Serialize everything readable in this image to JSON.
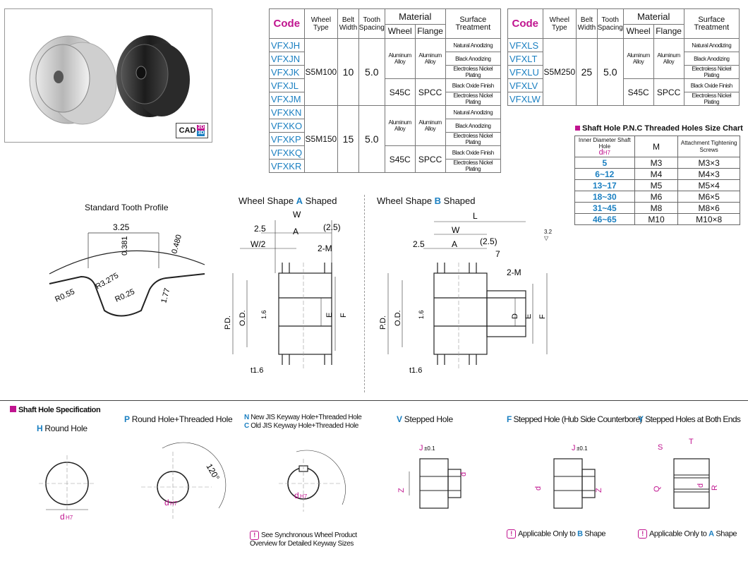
{
  "cad_badge": {
    "label": "CAD",
    "s2d": "2D",
    "s3d": "3D"
  },
  "table1": {
    "headers": {
      "code": "Code",
      "wheel_type": "Wheel Type",
      "belt_width": "Belt Width",
      "tooth_spacing": "Tooth Spacing",
      "material": "Material",
      "wheel": "Wheel",
      "flange": "Flange",
      "surface": "Surface Treatment"
    },
    "codes": [
      "VFXJH",
      "VFXJN",
      "VFXJK",
      "VFXJL",
      "VFXJM",
      "VFXKN",
      "VFXKO",
      "VFXKP",
      "VFXKQ",
      "VFXKR"
    ],
    "groups": [
      {
        "wheel_type": "S5M100",
        "belt_width": "10",
        "tooth_spacing": "5.0"
      },
      {
        "wheel_type": "S5M150",
        "belt_width": "15",
        "tooth_spacing": "5.0"
      }
    ],
    "alu": {
      "wheel": "Aluminum Alloy",
      "flange": "Aluminum Alloy"
    },
    "steel": {
      "wheel": "S45C",
      "flange": "SPCC"
    },
    "treatments": [
      "Natural Anodizing",
      "Black Anodizing",
      "Electroless Nickel Plating",
      "Black Oxide Finish",
      "Electroless Nickel Plating"
    ]
  },
  "table2": {
    "codes": [
      "VFXLS",
      "VFXLT",
      "VFXLU",
      "VFXLV",
      "VFXLW"
    ],
    "wheel_type": "S5M250",
    "belt_width": "25",
    "tooth_spacing": "5.0"
  },
  "shaft_chart": {
    "title": "Shaft Hole P.N.C Threaded Holes Size Chart",
    "h1": "Inner Diameter Shaft Hole",
    "h1b": "d",
    "h1c": "H7",
    "h2": "M",
    "h3": "Attachment Tightening Screws",
    "rows": [
      [
        "5",
        "M3",
        "M3×3"
      ],
      [
        "6~12",
        "M4",
        "M4×3"
      ],
      [
        "13~17",
        "M5",
        "M5×4"
      ],
      [
        "18~30",
        "M6",
        "M6×5"
      ],
      [
        "31~45",
        "M8",
        "M8×6"
      ],
      [
        "46~65",
        "M10",
        "M10×8"
      ]
    ]
  },
  "tooth_profile": {
    "title": "Standard Tooth Profile",
    "d1": "3.25",
    "d2": "0.381",
    "d3": "0.480",
    "r1": "R0.55",
    "r2": "R3.275",
    "r3": "R0.25",
    "d4": "1.77"
  },
  "shape_a": {
    "title_pre": "Wheel Shape ",
    "letter": "A",
    "title_post": " Shaped",
    "w": "W",
    "d25": "2.5",
    "a": "A",
    "p25": "(2.5)",
    "w2": "W/2",
    "m": "2-M",
    "pd": "P.D.",
    "od": "O.D.",
    "e": "E",
    "f": "F",
    "t": "t1.6",
    "ang": "1.6"
  },
  "shape_b": {
    "title_pre": "Wheel Shape ",
    "letter": "B",
    "title_post": " Shaped",
    "l": "L",
    "w": "W",
    "d25": "2.5",
    "a": "A",
    "p25": "(2.5)",
    "seven": "7",
    "m": "2-M",
    "pd": "P.D.",
    "od": "O.D.",
    "d": "D",
    "e": "E",
    "f": "F",
    "t": "t1.6",
    "ang": "1.6"
  },
  "roughness": "3.2",
  "shaft_spec": {
    "title": "Shaft Hole Specification",
    "h": {
      "letter": "H",
      "label": " Round Hole"
    },
    "p": {
      "letter": "P",
      "label": " Round Hole+Threaded Hole",
      "angle": "120°"
    },
    "nc": {
      "n": "N",
      "n_label": " New JIS Keyway Hole+Threaded Hole",
      "c": "C",
      "c_label": " Old JIS Keyway Hole+Threaded Hole",
      "note": "See Synchronous Wheel Product Overview for Detailed Keyway Sizes"
    },
    "v": {
      "letter": "V",
      "label": " Stepped Hole"
    },
    "f": {
      "letter": "F",
      "label": " Stepped Hole (Hub Side Counterbore)",
      "note_pre": "Applicable Only to ",
      "note_letter": "B",
      "note_post": " Shape"
    },
    "y": {
      "letter": "Y",
      "label": " Stepped Holes at Both Ends",
      "note_pre": "Applicable Only to ",
      "note_letter": "A",
      "note_post": " Shape"
    },
    "dh7": "d",
    "h7": "H7",
    "j": "J",
    "pm": "±0.1",
    "z": "Z",
    "s": "S",
    "t": "T",
    "q": "Q",
    "r": "R",
    "d": "d"
  }
}
